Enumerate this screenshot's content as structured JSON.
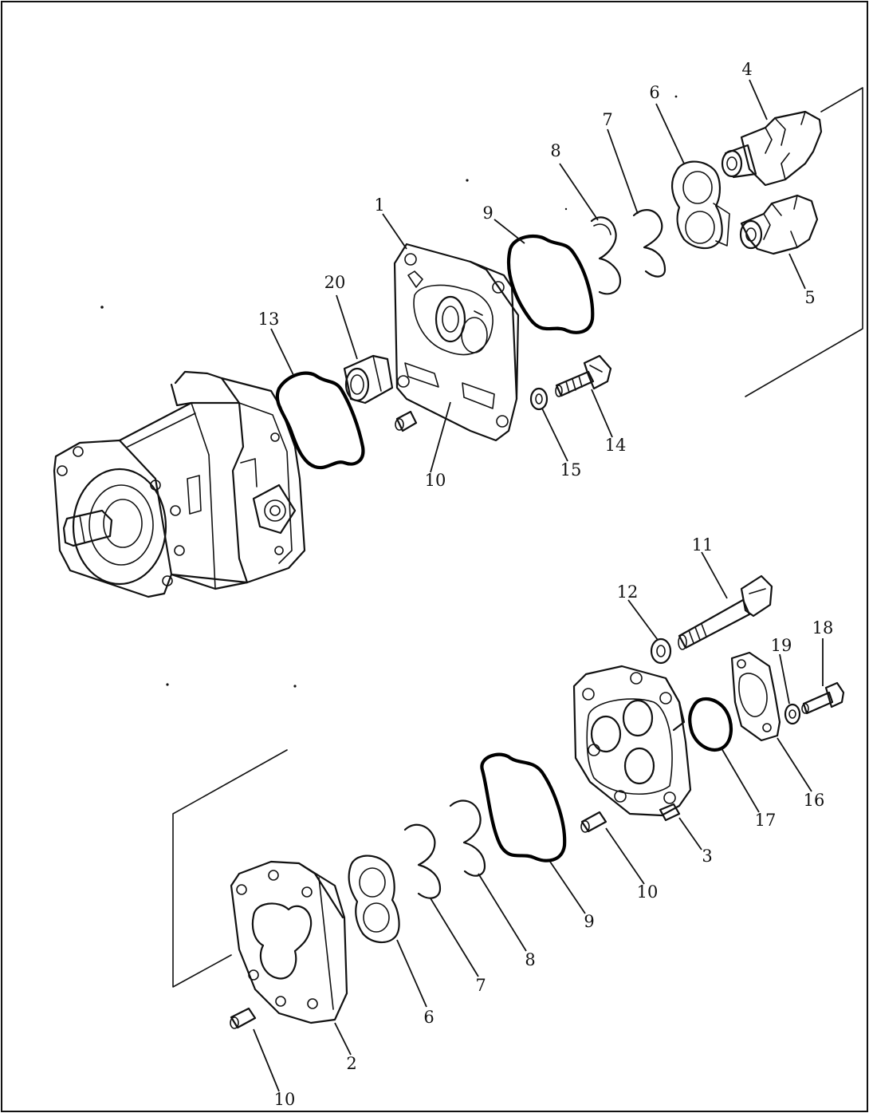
{
  "callouts": {
    "c1": "1",
    "c2": "2",
    "c3": "3",
    "c4": "4",
    "c5": "5",
    "c6_top": "6",
    "c6_bottom": "6",
    "c7_top": "7",
    "c7_bottom": "7",
    "c8_top": "8",
    "c8_bottom": "8",
    "c9_top": "9",
    "c9_bottom": "9",
    "c10_a": "10",
    "c10_b": "10",
    "c10_c": "10",
    "c11": "11",
    "c12": "12",
    "c13": "13",
    "c14": "14",
    "c15": "15",
    "c16": "16",
    "c17": "17",
    "c18": "18",
    "c19": "19",
    "c20": "20"
  }
}
